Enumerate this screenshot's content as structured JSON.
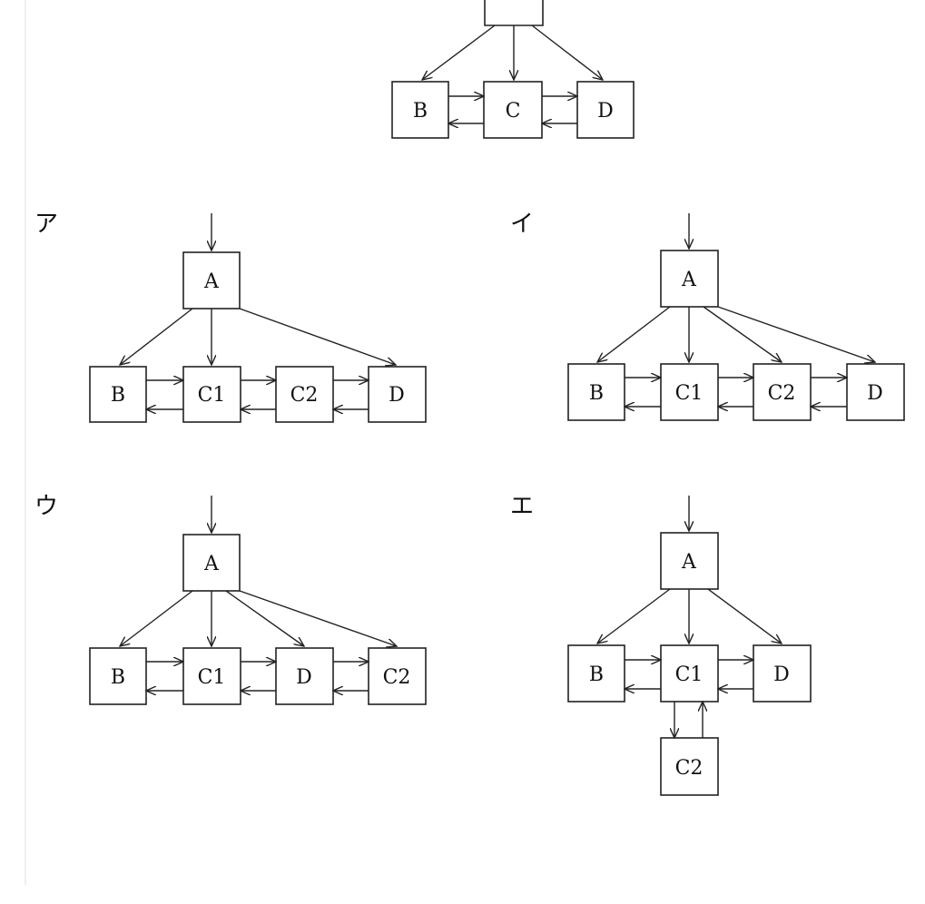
{
  "top": {
    "nodes": {
      "b": "B",
      "c": "C",
      "d": "D"
    }
  },
  "options": [
    {
      "label": "ア",
      "nodes": {
        "a": "A",
        "n1": "B",
        "n2": "C1",
        "n3": "C2",
        "n4": "D"
      }
    },
    {
      "label": "イ",
      "nodes": {
        "a": "A",
        "n1": "B",
        "n2": "C1",
        "n3": "C2",
        "n4": "D"
      }
    },
    {
      "label": "ウ",
      "nodes": {
        "a": "A",
        "n1": "B",
        "n2": "C1",
        "n3": "D",
        "n4": "C2"
      }
    },
    {
      "label": "エ",
      "nodes": {
        "a": "A",
        "n1": "B",
        "n2": "C1",
        "n3": "D",
        "n4": "C2"
      }
    }
  ]
}
